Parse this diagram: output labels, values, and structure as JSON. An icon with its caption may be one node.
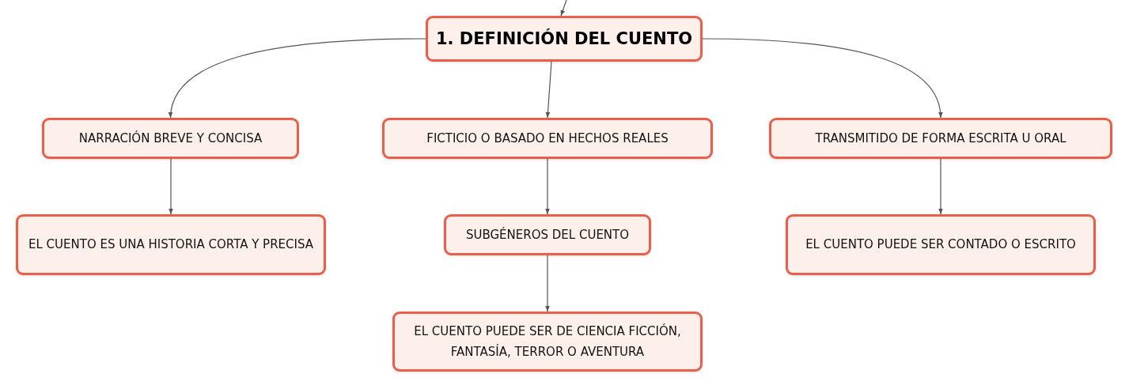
{
  "diagram": {
    "nodes": [
      {
        "text": [
          "1. DEFINICIÓN DEL CUENTO"
        ]
      },
      {
        "text": [
          "NARRACIÓN BREVE Y CONCISA"
        ]
      },
      {
        "text": [
          "FICTICIO O BASADO EN HECHOS REALES"
        ]
      },
      {
        "text": [
          "TRANSMITIDO DE FORMA ESCRITA U ORAL"
        ]
      },
      {
        "text": [
          "EL CUENTO ES UNA HISTORIA CORTA Y PRECISA"
        ]
      },
      {
        "text": [
          "SUBGÉNEROS DEL CUENTO"
        ]
      },
      {
        "text": [
          "EL CUENTO PUEDE SER CONTADO O ESCRITO"
        ]
      },
      {
        "text": [
          "EL CUENTO PUEDE SER DE CIENCIA FICCIÓN, FANTASÍA, TERROR O AVENTURA"
        ]
      }
    ],
    "edges": [
      {
        "from": null,
        "to": 0,
        "arrow": "to"
      },
      {
        "from": 0,
        "to": 1,
        "arrow": "to"
      },
      {
        "from": 0,
        "to": 2,
        "arrow": "to"
      },
      {
        "from": 0,
        "to": 3,
        "arrow": "to"
      },
      {
        "from": 1,
        "to": 4,
        "arrow": "to"
      },
      {
        "from": 2,
        "to": 5,
        "arrow": "to"
      },
      {
        "from": 5,
        "to": 7,
        "arrow": "to"
      },
      {
        "from": 3,
        "to": 6,
        "arrow": "to"
      }
    ]
  }
}
